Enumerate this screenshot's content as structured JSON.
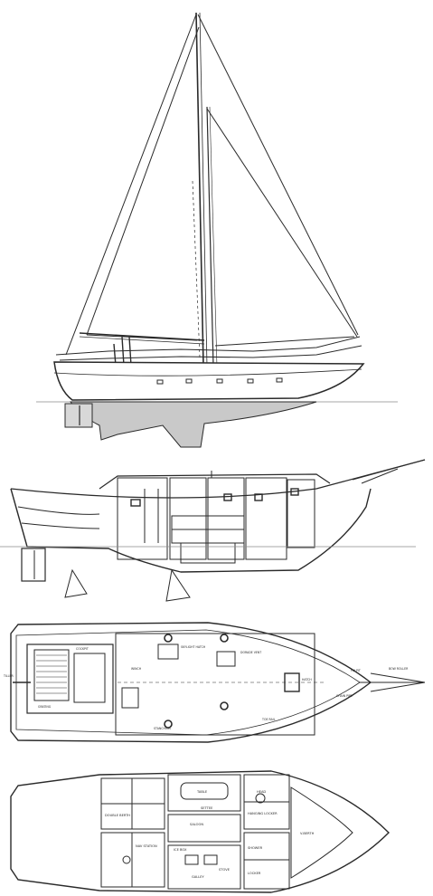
{
  "colors": {
    "ink": "#2a2a2a",
    "paper": "#ffffff",
    "underwater_shade": "#c9c9c9",
    "light_line": "#8a8a8a"
  },
  "views": {
    "sail_plan": {
      "icon": "sloop-sail-plan"
    },
    "inboard_profile": {
      "icon": "hull-cutaway-profile"
    },
    "deck_plan": {
      "labels": [
        "SKYLIGHT HATCH",
        "DORADE VENT",
        "WINCH",
        "HATCH",
        "GRATING",
        "COCKPIT",
        "TILLER",
        "BOW ROLLER",
        "PULPIT",
        "CHAIN PIPE",
        "TOE RAIL",
        "STANCHION"
      ]
    },
    "accommodation_plan": {
      "labels": [
        "DOUBLE BERTH",
        "SALOON",
        "GALLEY",
        "HEAD",
        "HANGING LOCKER",
        "NAV STATION",
        "SETTEE",
        "TABLE",
        "V-BERTH",
        "SHOWER",
        "ICE BOX",
        "STOVE",
        "LOCKER"
      ]
    }
  }
}
